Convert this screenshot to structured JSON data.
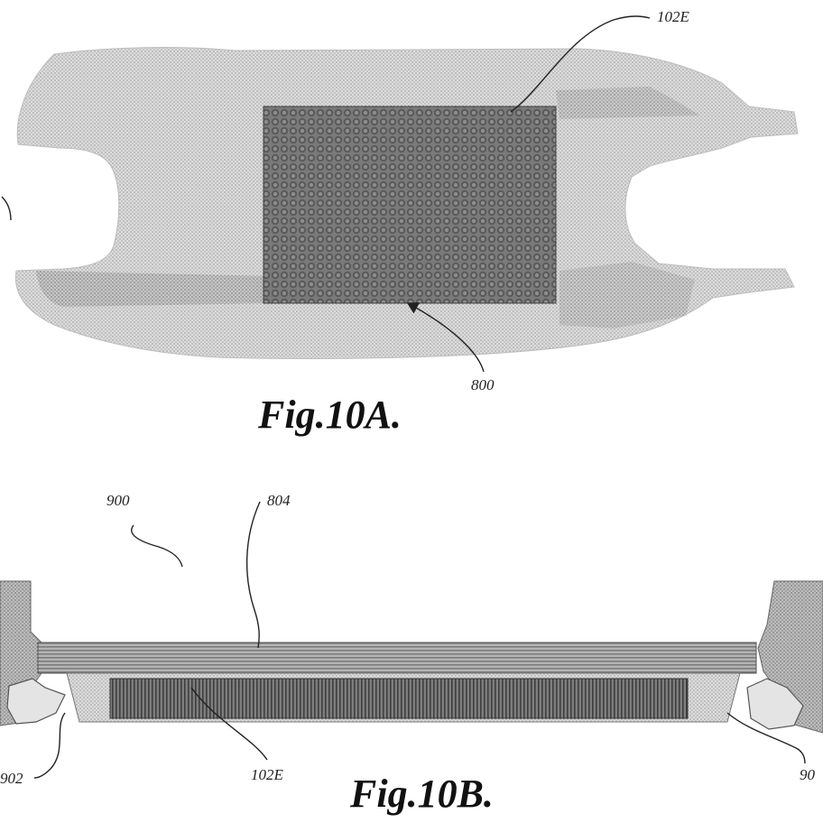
{
  "figure_a": {
    "caption": "Fig.10A.",
    "ref_pack": "102E",
    "ref_grid": "800"
  },
  "figure_b": {
    "caption": "Fig.10B.",
    "ref_vehicle": "900",
    "ref_plate": "804",
    "ref_pack": "102E",
    "ref_left_mount": "902",
    "ref_right_mount": "90"
  },
  "colors": {
    "chassis_fill": "#cfcfcf",
    "chassis_dark": "#9a9a9a",
    "pack_fill": "#5e5e5e",
    "plate_fill": "#8a8a8a",
    "ink": "#222222"
  },
  "icons": [
    "arrow-icon"
  ]
}
